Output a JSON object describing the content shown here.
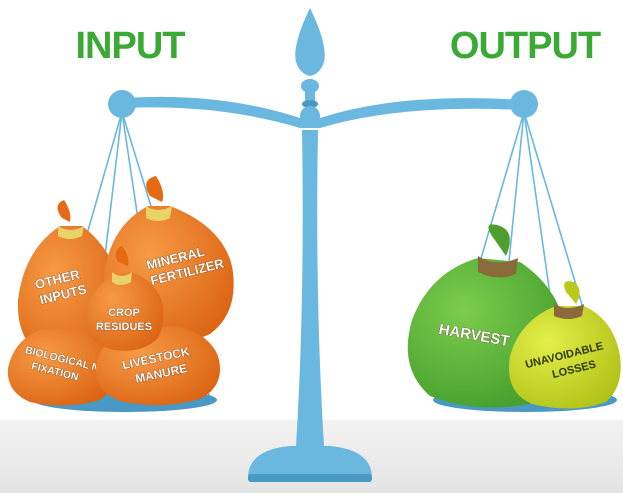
{
  "headings": {
    "input": "INPUT",
    "output": "OUTPUT"
  },
  "input_bags": {
    "other_inputs": [
      "OTHER",
      "INPUTS"
    ],
    "mineral_fertilizer": [
      "MINERAL",
      "FERTILIZER"
    ],
    "crop_residues": [
      "CROP",
      "RESIDUES"
    ],
    "biological_n_fixation": [
      "BIOLOGICAL N",
      "FIXATION"
    ],
    "livestock_manure": [
      "LIVESTOCK",
      "MANURE"
    ]
  },
  "output_bags": {
    "harvest": [
      "HARVEST"
    ],
    "unavoidable_losses": [
      "UNAVOIDABLE",
      "LOSSES"
    ]
  },
  "colors": {
    "heading_green": "#3aaa35",
    "scale_blue": "#6ab7df",
    "scale_blue_dark": "#4a98c4",
    "input_bag_orange": "#f07a22",
    "harvest_green": "#5fb53a",
    "losses_yellow": "#cfe027",
    "floor_gray": "#ececec"
  }
}
